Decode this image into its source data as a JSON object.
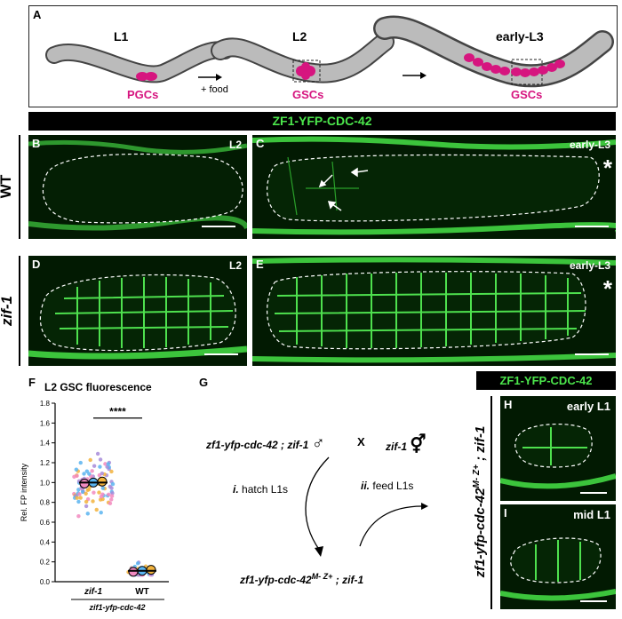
{
  "panels": {
    "A": {
      "label": "A",
      "stages": [
        "L1",
        "L2",
        "early-L3"
      ],
      "cell_labels": [
        "PGCs",
        "GSCs",
        "GSCs"
      ],
      "arrow1_label": "+ food",
      "cell_color": "#d6157f"
    },
    "header_bar": "ZF1-YFP-CDC-42",
    "B": {
      "label": "B",
      "stage": "L2"
    },
    "C": {
      "label": "C",
      "stage": "early-L3",
      "marker": "*"
    },
    "D": {
      "label": "D",
      "stage": "L2"
    },
    "E": {
      "label": "E",
      "stage": "early-L3",
      "marker": "*"
    },
    "row_wt": "WT",
    "row_zif": "zif-1",
    "F": {
      "label": "F",
      "title": "L2 GSC fluorescence",
      "significance": "****",
      "genotype": "zif1-yfp-cdc-42"
    },
    "G": {
      "label": "G",
      "male_parent": "zf1-yfp-cdc-42 ; zif-1",
      "cross": "X",
      "female_parent": "zif-1",
      "step_i_num": "i.",
      "step_i_text": "hatch L1s",
      "step_ii_num": "ii.",
      "step_ii_text": "feed L1s",
      "offspring_main": "zf1-yfp-cdc-42",
      "offspring_sup": "M- Z+",
      "offspring_tail": "; zif-1"
    },
    "H_header": "ZF1-YFP-CDC-42",
    "H": {
      "label": "H",
      "stage": "early L1"
    },
    "I": {
      "label": "I",
      "stage": "mid L1"
    },
    "side_genotype_main": "zf1-yfp-cdc-42",
    "side_genotype_sup": "M- Z+",
    "side_genotype_tail": "; zif-1"
  },
  "chart_data": {
    "type": "scatter",
    "title": "L2 GSC fluorescence",
    "ylabel": "Rel. FP intensity",
    "xlabel": "zif1-yfp-cdc-42",
    "categories": [
      "zif-1",
      "WT"
    ],
    "ylim": [
      0,
      1.8
    ],
    "yticks": [
      0,
      0.2,
      0.4,
      0.6,
      0.8,
      1.0,
      1.2,
      1.4,
      1.6,
      1.8
    ],
    "means": [
      1.0,
      0.11
    ],
    "replicate_means": [
      [
        0.99,
        1.0,
        1.01
      ],
      [
        0.1,
        0.11,
        0.12
      ]
    ],
    "significance": "****",
    "point_colors": [
      "#f28ac0",
      "#5ab4f0",
      "#f2b33d",
      "#a78bd9"
    ]
  }
}
